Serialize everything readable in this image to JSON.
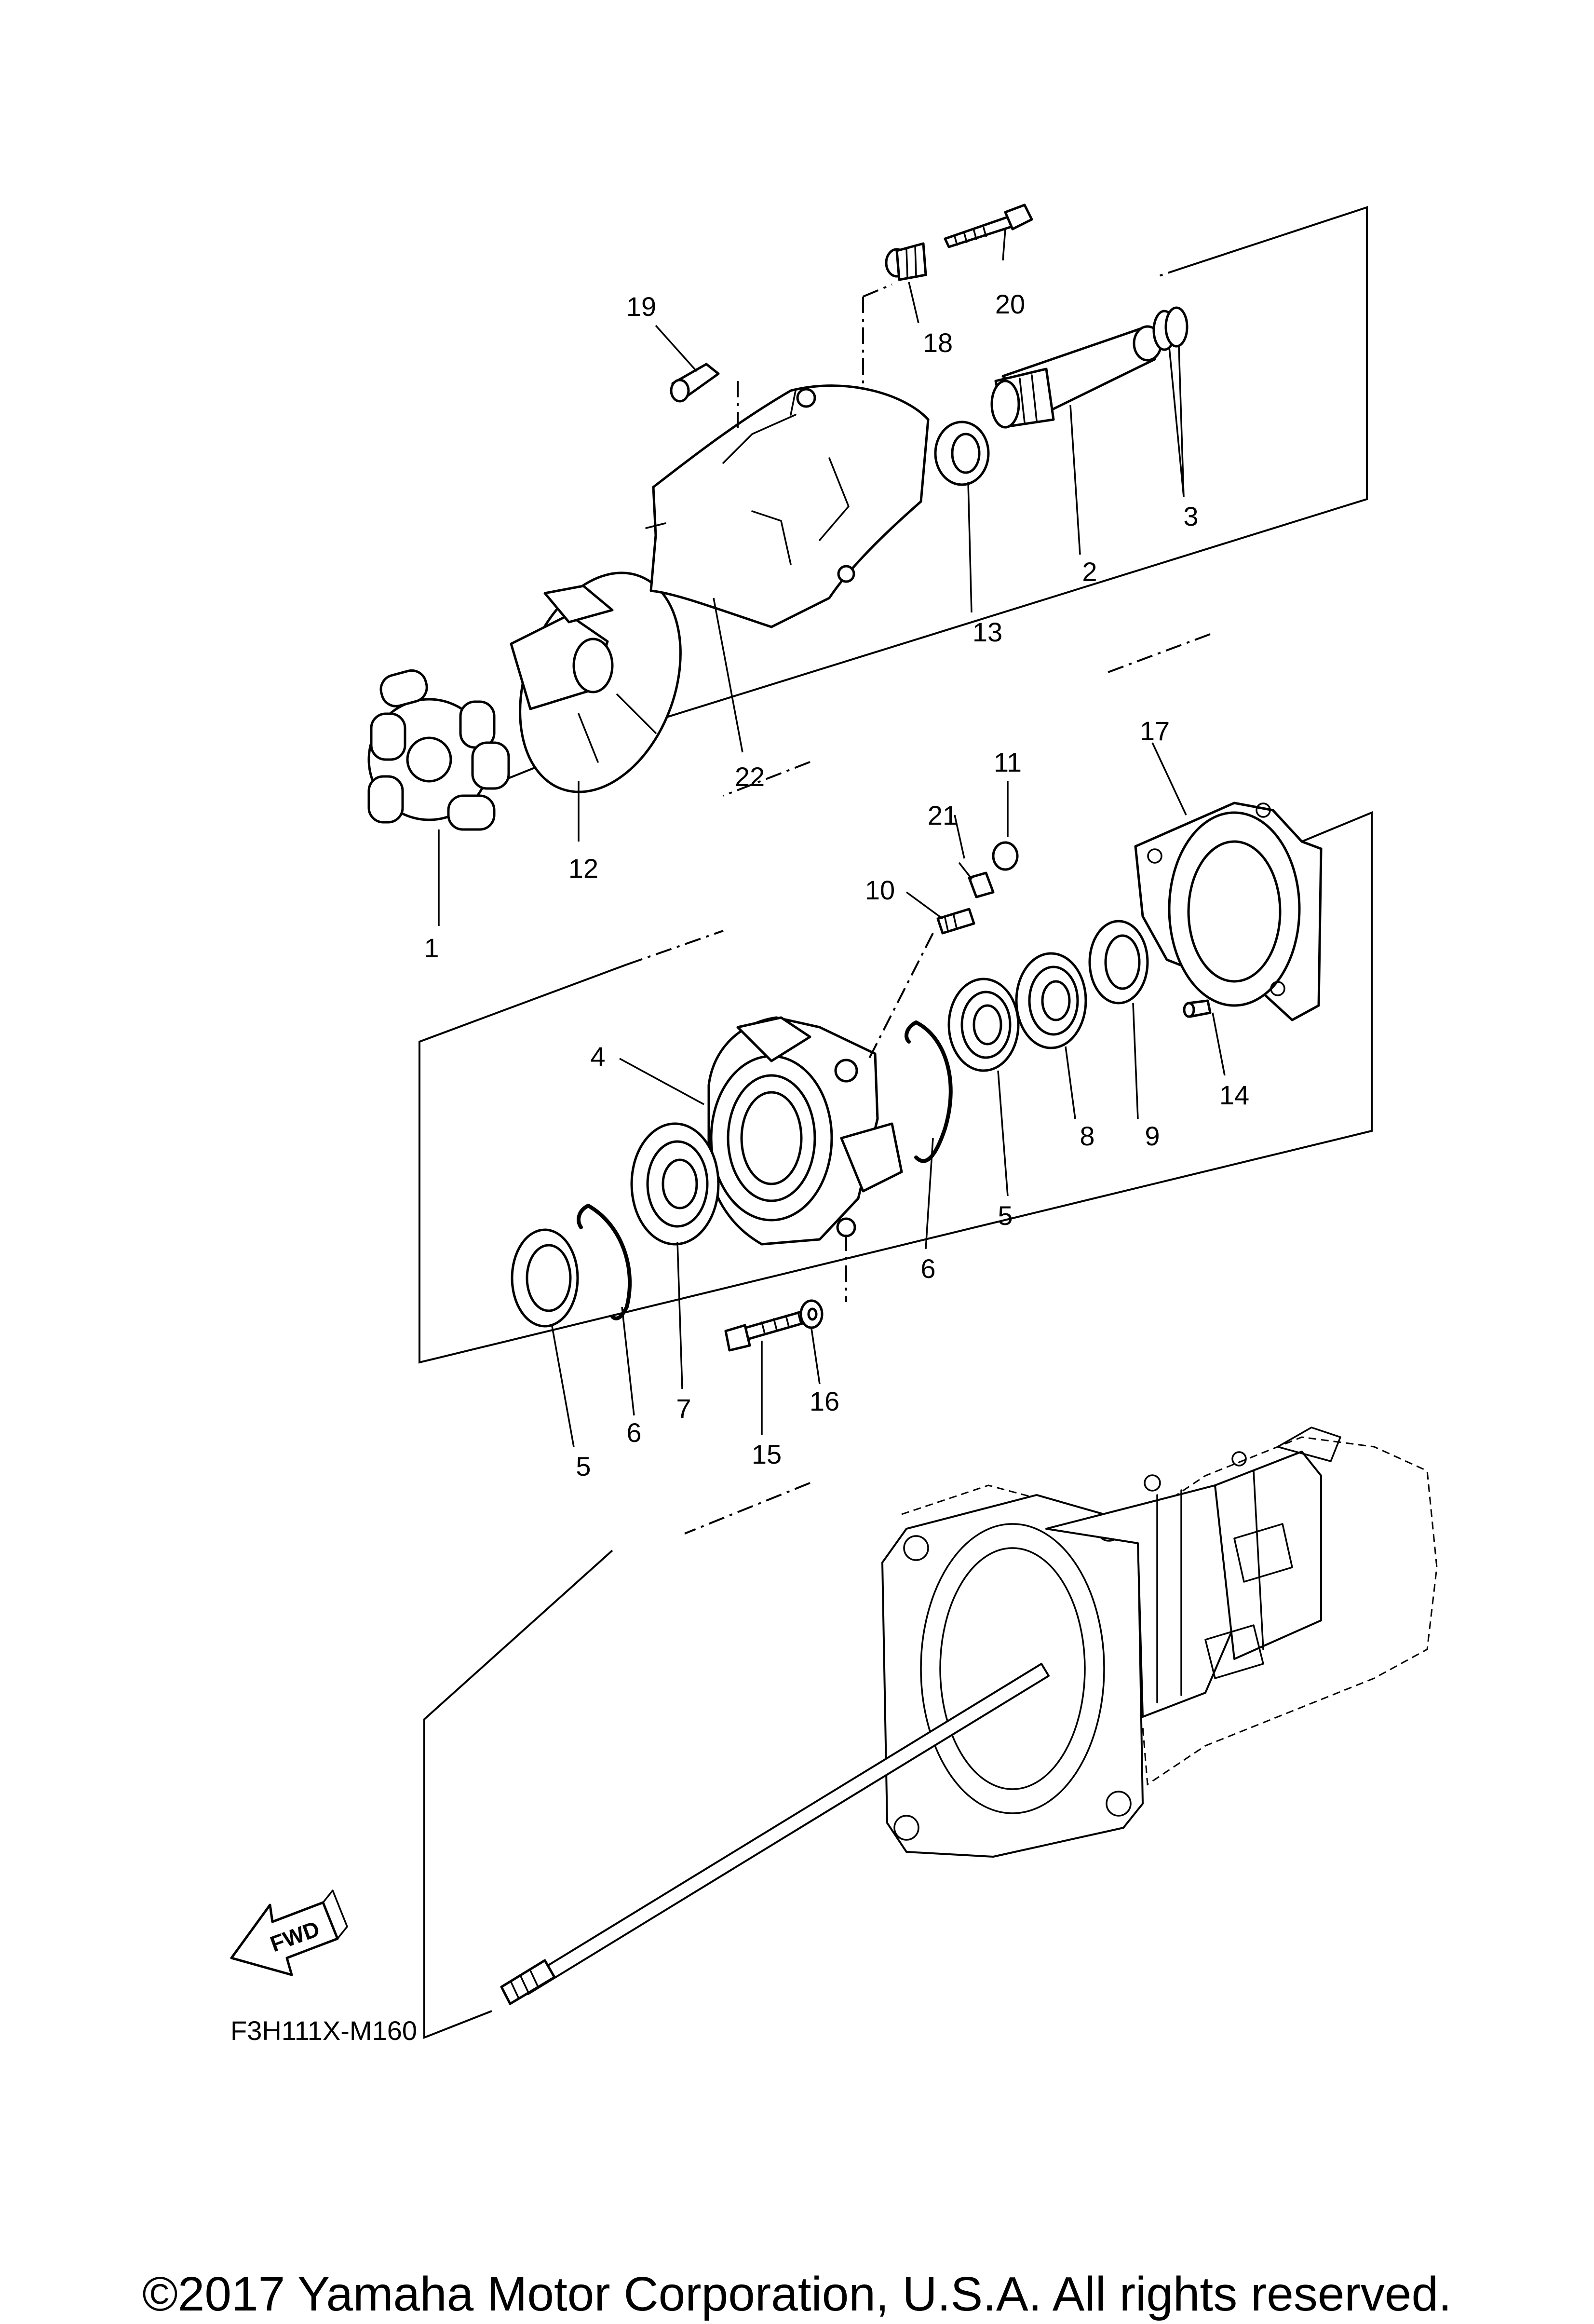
{
  "diagram_code": "F3H111X-M160",
  "fwd_label": "FWD",
  "copyright": "©2017 Yamaha Motor Corporation, U.S.A. All rights reserved.",
  "callouts": [
    "1",
    "2",
    "3",
    "4",
    "5",
    "5",
    "6",
    "6",
    "7",
    "8",
    "9",
    "10",
    "11",
    "12",
    "13",
    "14",
    "15",
    "16",
    "17",
    "18",
    "19",
    "20",
    "21",
    "22"
  ]
}
